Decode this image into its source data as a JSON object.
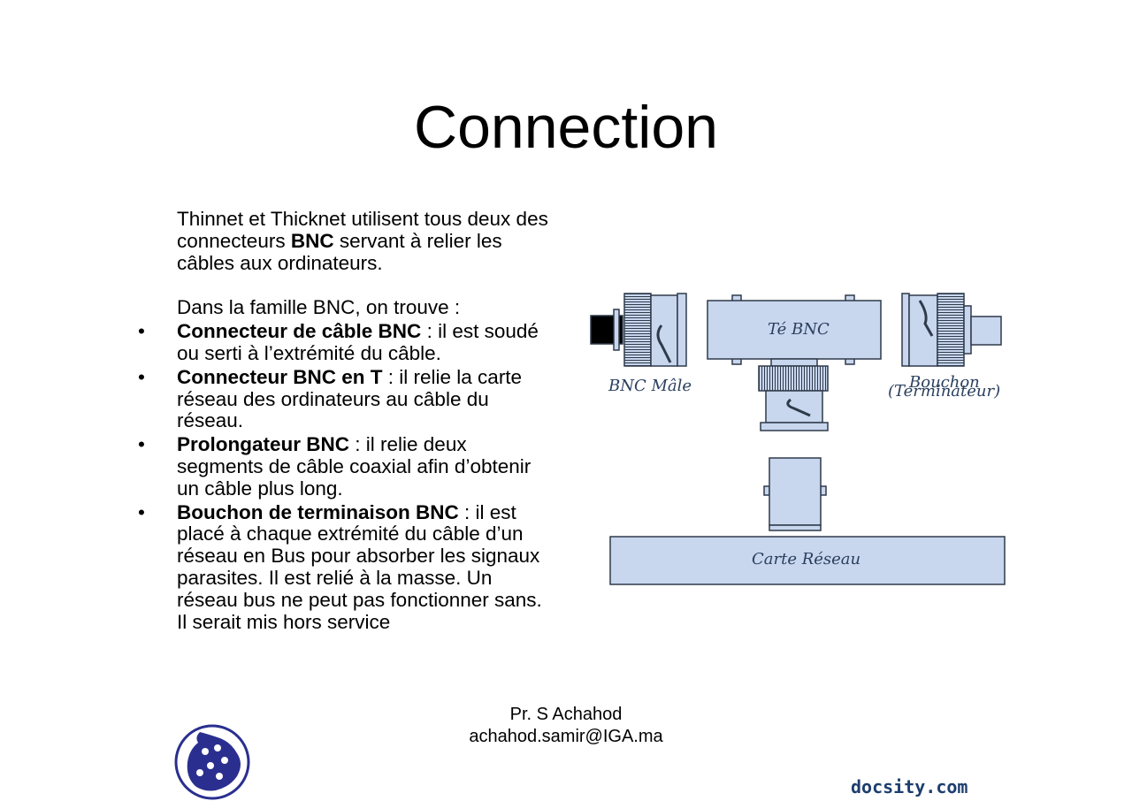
{
  "slide": {
    "title": "Connection",
    "intro": {
      "part1": "Thinnet et Thicknet utilisent tous deux des connecteurs ",
      "bold": "BNC",
      "part2": " servant à relier les câbles aux ordinateurs."
    },
    "family_intro": "Dans la famille BNC, on trouve :",
    "bullets": [
      {
        "term": "Connecteur de câble BNC",
        "text": " : il est soudé ou serti à l’extrémité du câble."
      },
      {
        "term": "Connecteur BNC en T",
        "text": " : il relie la carte réseau des ordinateurs au câble du réseau."
      },
      {
        "term": "Prolongateur BNC",
        "text": " : il relie deux segments de câble coaxial afin d’obtenir un câble plus long."
      },
      {
        "term": "Bouchon de terminaison BNC",
        "text": " : il est placé à chaque extrémité du câble d’un réseau en Bus pour absorber les signaux parasites. Il est relié à la masse. Un réseau bus ne peut pas fonctionner sans. Il serait mis hors service"
      }
    ]
  },
  "diagram": {
    "labels": {
      "te_bnc": "Té BNC",
      "bnc_male": "BNC Mâle",
      "bouchon_line1": "Bouchon",
      "bouchon_line2": "(Terminateur)",
      "carte_reseau": "Carte Réseau"
    },
    "colors": {
      "fill": "#c8d6ee",
      "stroke": "#2f3a4a"
    }
  },
  "footer": {
    "author": "Pr. S Achahod",
    "email": "achahod.samir@IGA.ma",
    "brand": "docsity.com"
  }
}
